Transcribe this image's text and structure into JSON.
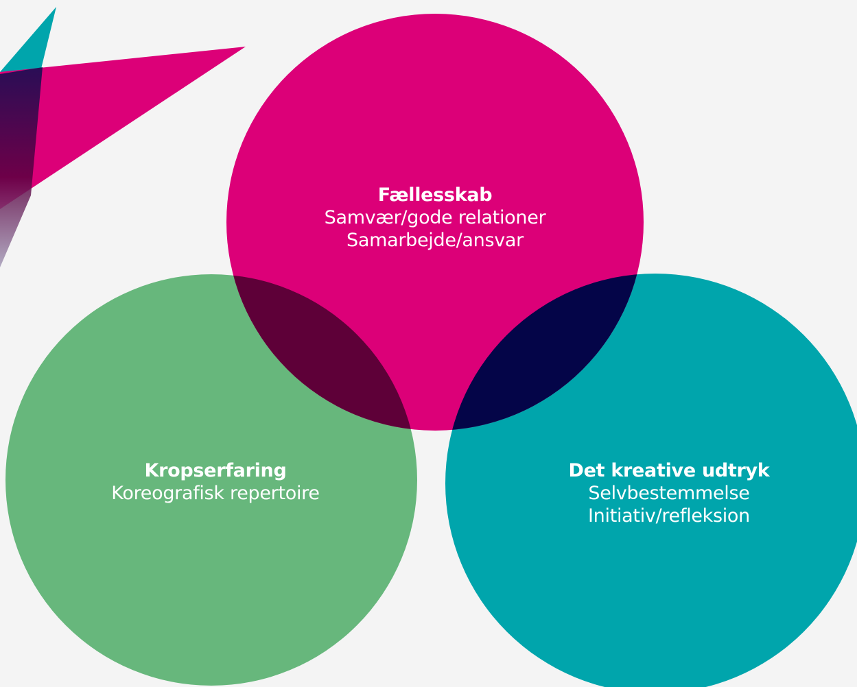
{
  "colors": {
    "background": "#f4f4f4",
    "magenta": "#dc0078",
    "green": "#67b77c",
    "teal": "#00a5ac",
    "overlap_magenta_green": "#5e0038",
    "overlap_magenta_teal": "#040548",
    "shard_dark": "#0a1050",
    "shard_light": "#9a90b0"
  },
  "circles": {
    "top": {
      "title": "Fællesskab",
      "lines": [
        "Samvær/gode relationer",
        "Samarbejde/ansvar"
      ]
    },
    "left": {
      "title": "Kropserfaring",
      "lines": [
        "Koreografisk repertoire"
      ]
    },
    "right": {
      "title": "Det kreative udtryk",
      "lines": [
        "Selvbestemmelse",
        "Initiativ/refleksion"
      ]
    }
  }
}
